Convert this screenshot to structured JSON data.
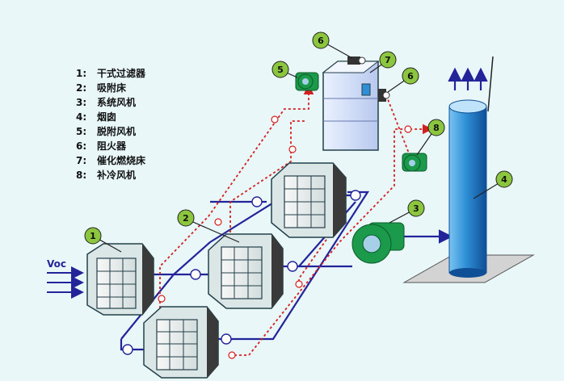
{
  "legend": [
    {
      "num": "1:",
      "text": "干式过滤器"
    },
    {
      "num": "2:",
      "text": "吸附床"
    },
    {
      "num": "3:",
      "text": "系统风机"
    },
    {
      "num": "4:",
      "text": "烟囱"
    },
    {
      "num": "5:",
      "text": "脱附风机"
    },
    {
      "num": "6:",
      "text": "阻火器"
    },
    {
      "num": "7:",
      "text": "催化燃烧床"
    },
    {
      "num": "8:",
      "text": "补冷风机"
    }
  ],
  "inlet_label": "Voc",
  "callouts": [
    "1",
    "2",
    "3",
    "4",
    "5",
    "6",
    "6",
    "7",
    "8"
  ],
  "colors": {
    "background": "#e9f7f9",
    "main_duct": "#23239a",
    "desorption_line": "#d42020",
    "callout_fill": "#8cc63f",
    "stack": "#2e8fd6",
    "fan": "#1a9a4a"
  }
}
